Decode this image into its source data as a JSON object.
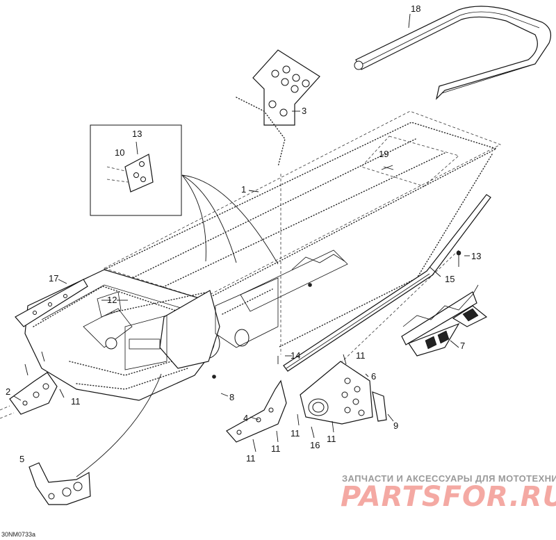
{
  "diagram": {
    "reference_code": "30NM0733a",
    "callouts": [
      {
        "id": "c1",
        "label": "1"
      },
      {
        "id": "c2",
        "label": "2"
      },
      {
        "id": "c3",
        "label": "3"
      },
      {
        "id": "c4",
        "label": "4"
      },
      {
        "id": "c5",
        "label": "5"
      },
      {
        "id": "c6",
        "label": "6"
      },
      {
        "id": "c7",
        "label": "7"
      },
      {
        "id": "c8",
        "label": "8"
      },
      {
        "id": "c9",
        "label": "9"
      },
      {
        "id": "c10",
        "label": "10"
      },
      {
        "id": "c11",
        "label": "11"
      },
      {
        "id": "c12",
        "label": "12"
      },
      {
        "id": "c13",
        "label": "13"
      },
      {
        "id": "c14",
        "label": "14"
      },
      {
        "id": "c15",
        "label": "15"
      },
      {
        "id": "c16",
        "label": "16"
      },
      {
        "id": "c17",
        "label": "17"
      },
      {
        "id": "c18",
        "label": "18"
      },
      {
        "id": "c19",
        "label": "19"
      }
    ]
  },
  "watermark": {
    "tagline": "ЗАПЧАСТИ И АКСЕССУАРЫ ДЛЯ МОТОТЕХНИКИ",
    "logo": "PARTSFOR.RU",
    "color": "#f4a9a3"
  }
}
